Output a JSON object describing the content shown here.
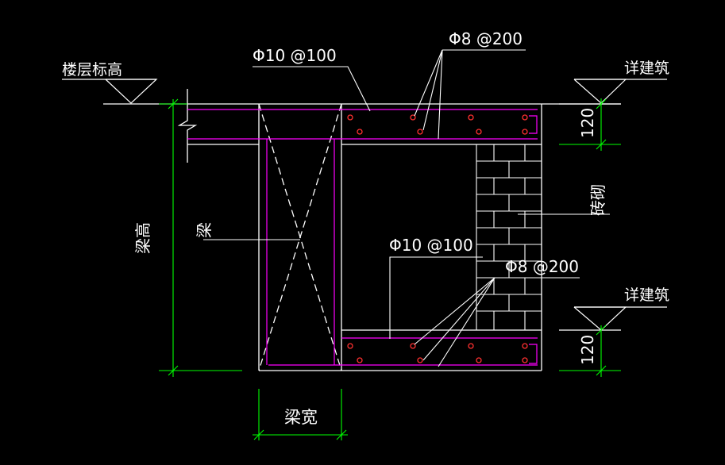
{
  "labels": {
    "floor_level": "楼层标高",
    "stirrup_top": "Φ10 @100",
    "longitudinal_top": "Φ8 @200",
    "see_arch_top": "详建筑",
    "beam": "梁",
    "beam_height": "梁高",
    "brick": "砖砌",
    "stirrup_bottom": "Φ10 @100",
    "longitudinal_bottom": "Φ8 @200",
    "see_arch_bottom": "详建筑",
    "beam_width": "梁宽",
    "dim_top": "120",
    "dim_bottom": "120"
  },
  "colors": {
    "background": "#000000",
    "outline": "#ffffff",
    "rebar": "#ff00ff",
    "rebar_dot": "#ff3030",
    "dimension": "#00ff00",
    "leader": "#ffffff"
  }
}
